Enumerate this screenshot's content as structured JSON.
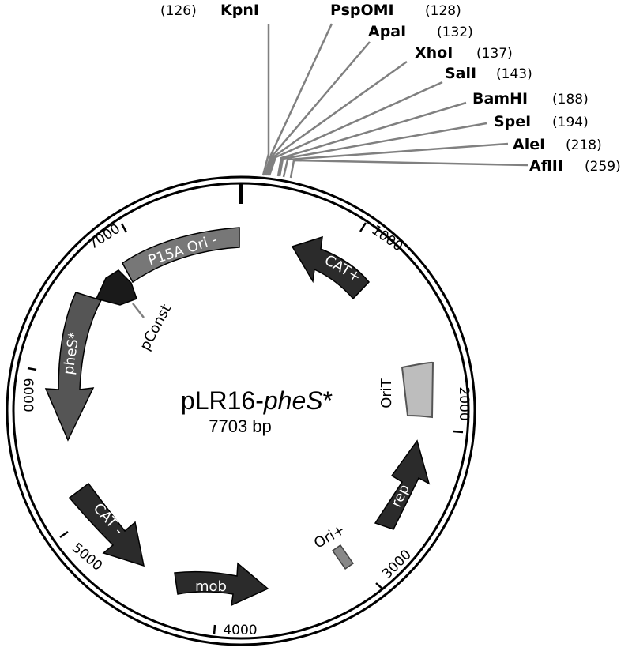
{
  "plasmid": {
    "name_prefix": "pLR16-",
    "name_italic": "pheS",
    "name_suffix": "*",
    "size_label": "7703 bp"
  },
  "ticks": [
    "1000",
    "2000",
    "3000",
    "4000",
    "5000",
    "6000",
    "7000"
  ],
  "restriction_sites": [
    {
      "name": "KpnI",
      "position": "(126)"
    },
    {
      "name": "PspOMI",
      "position": "(128)"
    },
    {
      "name": "ApaI",
      "position": "(132)"
    },
    {
      "name": "XhoI",
      "position": "(137)"
    },
    {
      "name": "SalI",
      "position": "(143)"
    },
    {
      "name": "BamHI",
      "position": "(188)"
    },
    {
      "name": "SpeI",
      "position": "(194)"
    },
    {
      "name": "AleI",
      "position": "(218)"
    },
    {
      "name": "AflII",
      "position": "(259)"
    }
  ],
  "features": {
    "cat_plus": "CAT+",
    "orit": "OriT",
    "rep": "rep",
    "ori_plus": "Ori+",
    "mob": "mob",
    "cat_minus": "CAT -",
    "phes": "pheS*",
    "p15a": "P15A Ori -",
    "pconst": "pConst"
  },
  "colors": {
    "dark_feature": "#2b2b2b",
    "mid_feature": "#555555",
    "p15a_feature": "#777777",
    "orit_feature": "#bdbdbd",
    "ori_plus_feature": "#888888",
    "leader_line": "#808080"
  }
}
